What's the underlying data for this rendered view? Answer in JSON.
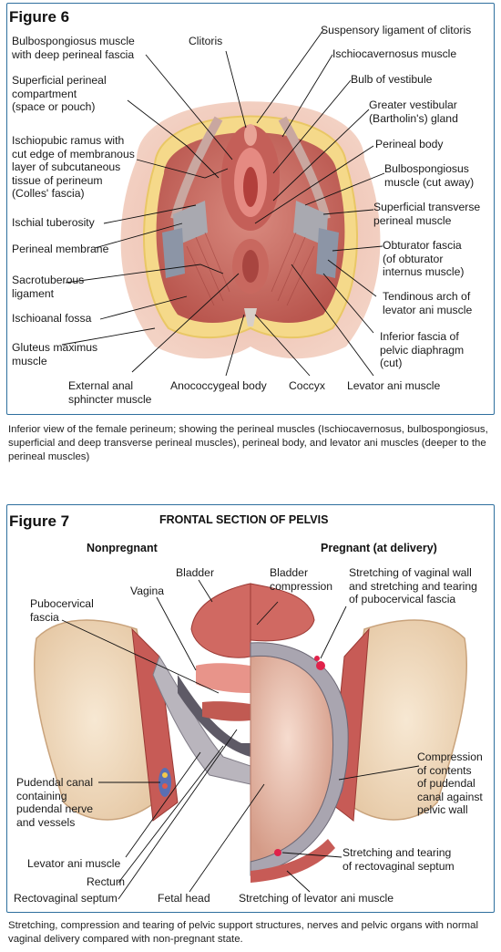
{
  "figure6": {
    "title": "Figure 6",
    "labels": {
      "bulbospongiosus_deep": "Bulbospongiosus muscle\nwith deep perineal fascia",
      "clitoris": "Clitoris",
      "suspensory": "Suspensory ligament of clitoris",
      "ischiocavernosus": "Ischiocavernosus muscle",
      "superficial_compartment": "Superficial perineal\ncompartment\n(space or pouch)",
      "bulb_vestibule": "Bulb of vestibule",
      "greater_vestibular": "Greater vestibular\n(Bartholin's) gland",
      "ischiopubic": "Ischiopubic ramus with\ncut edge of membranous\nlayer of subcutaneous\ntissue of perineum\n(Colles' fascia)",
      "perineal_body": "Perineal body",
      "bulbospongiosus_cut": "Bulbospongiosus\nmuscle (cut away)",
      "ischial_tuberosity": "Ischial tuberosity",
      "superficial_transverse": "Superficial transverse\nperineal muscle",
      "perineal_membrane": "Perineal membrane",
      "obturator_fascia": "Obturator fascia\n(of obturator\ninternus muscle)",
      "sacrotuberous": "Sacrotuberous\nligament",
      "tendinous_arch": "Tendinous arch of\nlevator ani muscle",
      "ischioanal": "Ischioanal fossa",
      "inferior_fascia": "Inferior fascia of\npelvic diaphragm\n(cut)",
      "gluteus": "Gluteus maximus\nmuscle",
      "external_anal": "External anal\nsphincter muscle",
      "anococcygeal": "Anococcygeal body",
      "coccyx": "Coccyx",
      "levator_ani": "Levator ani muscle"
    },
    "caption": "Inferior view of the female perineum; showing the perineal muscles (Ischiocavernosus, bulbospongiosus, superficial and deep transverse perineal muscles), perineal body, and levator ani muscles (deeper to the perineal muscles)"
  },
  "figure7": {
    "title": "Figure 7",
    "section_title": "FRONTAL SECTION OF PELVIS",
    "nonpregnant": "Nonpregnant",
    "pregnant": "Pregnant (at delivery)",
    "labels": {
      "bladder": "Bladder",
      "vagina": "Vagina",
      "bladder_compression": "Bladder\ncompression",
      "stretching_vaginal": "Stretching of vaginal wall\nand stretching and tearing\nof pubocervical fascia",
      "pubocervical": "Pubocervical\nfascia",
      "compression_pudendal": "Compression\nof contents\nof pudendal\ncanal against\npelvic wall",
      "pudendal_canal": "Pudendal canal\ncontaining\npudendal nerve\nand vessels",
      "stretching_rectovaginal": "Stretching and tearing\nof rectovaginal septum",
      "levator_ani": "Levator ani muscle",
      "rectum": "Rectum",
      "rectovaginal": "Rectovaginal septum",
      "fetal_head": "Fetal head",
      "stretching_levator": "Stretching of levator ani muscle"
    },
    "caption": "Stretching, compression and tearing of pelvic support structures, nerves and pelvic organs with normal vaginal delivery compared with non-pregnant state."
  }
}
